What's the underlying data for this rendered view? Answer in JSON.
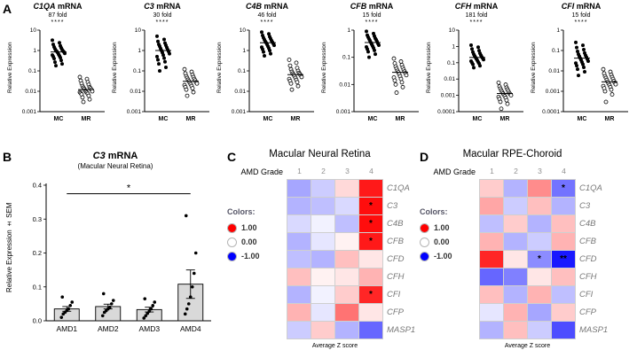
{
  "panel_labels": {
    "a": "A",
    "b": "B",
    "c": "C",
    "d": "D"
  },
  "chart_data": [
    {
      "type": "scatter",
      "panel": "A",
      "gene": "C1QA",
      "title_suffix": " mRNA",
      "fold_label": "87 fold",
      "significance": "****",
      "ylabel": "Relative Expression",
      "y_scale": "log",
      "y_ticks": [
        "10",
        "1",
        "0.1",
        "0.01",
        "0.001"
      ],
      "categories": [
        "MC",
        "MR"
      ],
      "series": [
        {
          "name": "MC",
          "marker": "filled",
          "values": [
            3.2,
            2.4,
            2.0,
            1.7,
            1.5,
            1.35,
            1.2,
            1.1,
            1.0,
            0.95,
            0.9,
            0.85,
            0.8,
            0.72,
            0.65,
            0.6,
            0.55,
            0.5,
            0.45,
            0.4,
            0.33,
            0.27,
            0.22,
            0.18
          ]
        },
        {
          "name": "MR",
          "marker": "open",
          "values": [
            0.05,
            0.04,
            0.033,
            0.028,
            0.024,
            0.021,
            0.018,
            0.016,
            0.015,
            0.014,
            0.013,
            0.012,
            0.011,
            0.01,
            0.0095,
            0.009,
            0.0085,
            0.008,
            0.0075,
            0.007,
            0.006,
            0.005,
            0.004,
            0.003
          ]
        }
      ]
    },
    {
      "type": "scatter",
      "panel": "A",
      "gene": "C3",
      "title_suffix": " mRNA",
      "fold_label": "30 fold",
      "significance": "****",
      "ylabel": "Relative Expression",
      "y_scale": "log",
      "y_ticks": [
        "10",
        "1",
        "0.1",
        "0.01",
        "0.001"
      ],
      "categories": [
        "MC",
        "MR"
      ],
      "series": [
        {
          "name": "MC",
          "marker": "filled",
          "values": [
            5.0,
            3.5,
            2.8,
            2.3,
            2.0,
            1.8,
            1.6,
            1.4,
            1.25,
            1.1,
            1.0,
            0.9,
            0.8,
            0.7,
            0.6,
            0.5,
            0.42,
            0.35,
            0.28,
            0.22,
            0.15,
            0.1
          ]
        },
        {
          "name": "MR",
          "marker": "open",
          "values": [
            0.12,
            0.09,
            0.075,
            0.065,
            0.055,
            0.05,
            0.045,
            0.04,
            0.037,
            0.034,
            0.031,
            0.028,
            0.026,
            0.024,
            0.022,
            0.02,
            0.018,
            0.016,
            0.014,
            0.012,
            0.009,
            0.006
          ]
        }
      ]
    },
    {
      "type": "scatter",
      "panel": "A",
      "gene": "C4B",
      "title_suffix": " mRNA",
      "fold_label": "46 fold",
      "significance": "****",
      "ylabel": "Relative Expression",
      "y_scale": "log",
      "y_ticks": [
        "10",
        "1",
        "0.1",
        "0.01",
        "0.001"
      ],
      "categories": [
        "MC",
        "MR"
      ],
      "series": [
        {
          "name": "MC",
          "marker": "filled",
          "values": [
            8.0,
            6.5,
            5.5,
            4.8,
            4.2,
            3.8,
            3.4,
            3.1,
            2.8,
            2.6,
            2.4,
            2.2,
            2.0,
            1.8,
            1.6,
            1.45,
            1.3,
            1.15,
            1.0,
            0.85,
            0.7,
            0.55
          ]
        },
        {
          "name": "MR",
          "marker": "open",
          "values": [
            0.35,
            0.25,
            0.18,
            0.14,
            0.12,
            0.1,
            0.09,
            0.08,
            0.075,
            0.07,
            0.065,
            0.06,
            0.055,
            0.05,
            0.045,
            0.04,
            0.036,
            0.032,
            0.028,
            0.024,
            0.018,
            0.012
          ]
        }
      ]
    },
    {
      "type": "scatter",
      "panel": "A",
      "gene": "CFB",
      "title_suffix": " mRNA",
      "fold_label": "15 fold",
      "significance": "****",
      "ylabel": "Relative Expression",
      "y_scale": "log",
      "y_ticks": [
        "1",
        "0.1",
        "0.01",
        "0.001"
      ],
      "categories": [
        "MC",
        "MR"
      ],
      "series": [
        {
          "name": "MC",
          "marker": "filled",
          "values": [
            0.9,
            0.75,
            0.65,
            0.6,
            0.55,
            0.5,
            0.47,
            0.44,
            0.41,
            0.38,
            0.35,
            0.32,
            0.3,
            0.28,
            0.26,
            0.24,
            0.22,
            0.2,
            0.18,
            0.16,
            0.13,
            0.1
          ]
        },
        {
          "name": "MR",
          "marker": "open",
          "values": [
            0.09,
            0.07,
            0.06,
            0.052,
            0.046,
            0.042,
            0.038,
            0.035,
            0.032,
            0.03,
            0.028,
            0.026,
            0.024,
            0.022,
            0.02,
            0.018,
            0.016,
            0.014,
            0.012,
            0.01,
            0.008,
            0.005
          ]
        }
      ]
    },
    {
      "type": "scatter",
      "panel": "A",
      "gene": "CFH",
      "title_suffix": " mRNA",
      "fold_label": "181 fold",
      "significance": "****",
      "ylabel": "Relative Expression",
      "y_scale": "log",
      "y_ticks": [
        "10",
        "1",
        "0.1",
        "0.01",
        "0.001",
        "0.0001"
      ],
      "categories": [
        "MC",
        "MR"
      ],
      "series": [
        {
          "name": "MC",
          "marker": "filled",
          "values": [
            1.2,
            0.9,
            0.7,
            0.55,
            0.45,
            0.38,
            0.33,
            0.29,
            0.26,
            0.23,
            0.21,
            0.19,
            0.17,
            0.155,
            0.14,
            0.125,
            0.11,
            0.1,
            0.09,
            0.08,
            0.065,
            0.05
          ]
        },
        {
          "name": "MR",
          "marker": "open",
          "values": [
            0.006,
            0.0045,
            0.0035,
            0.003,
            0.0026,
            0.0023,
            0.002,
            0.0018,
            0.0016,
            0.0014,
            0.0013,
            0.0012,
            0.0011,
            0.001,
            0.0009,
            0.0008,
            0.0007,
            0.0006,
            0.0005,
            0.0004,
            0.0003,
            0.00015
          ]
        }
      ]
    },
    {
      "type": "scatter",
      "panel": "A",
      "gene": "CFI",
      "title_suffix": " mRNA",
      "fold_label": "15 fold",
      "significance": "****",
      "ylabel": "Relative Expression",
      "y_scale": "log",
      "y_ticks": [
        "1",
        "0.1",
        "0.01",
        "0.001",
        "0.0001"
      ],
      "categories": [
        "MC",
        "MR"
      ],
      "series": [
        {
          "name": "MC",
          "marker": "filled",
          "values": [
            0.25,
            0.18,
            0.14,
            0.11,
            0.09,
            0.075,
            0.065,
            0.058,
            0.052,
            0.047,
            0.042,
            0.038,
            0.034,
            0.03,
            0.027,
            0.024,
            0.021,
            0.018,
            0.015,
            0.012,
            0.009,
            0.006
          ]
        },
        {
          "name": "MR",
          "marker": "open",
          "values": [
            0.012,
            0.009,
            0.0075,
            0.0065,
            0.0055,
            0.005,
            0.0045,
            0.004,
            0.0036,
            0.0032,
            0.0029,
            0.0026,
            0.0024,
            0.0022,
            0.002,
            0.0018,
            0.0016,
            0.0014,
            0.0012,
            0.001,
            0.0007,
            0.0003
          ]
        }
      ]
    },
    {
      "type": "bar",
      "panel": "B",
      "gene": "C3",
      "title_suffix": " mRNA",
      "subtitle": "(Macular Neural Retina)",
      "ylabel": "Relative Expression ± SEM",
      "ylim": [
        0,
        0.4
      ],
      "y_ticks": [
        "0.0",
        "0.1",
        "0.2",
        "0.3",
        "0.4"
      ],
      "categories": [
        "AMD1",
        "AMD2",
        "AMD3",
        "AMD4"
      ],
      "means": [
        0.035,
        0.042,
        0.033,
        0.108
      ],
      "sem": [
        0.007,
        0.007,
        0.007,
        0.042
      ],
      "points": [
        [
          0.01,
          0.02,
          0.025,
          0.03,
          0.035,
          0.045,
          0.055,
          0.07
        ],
        [
          0.015,
          0.025,
          0.03,
          0.035,
          0.04,
          0.05,
          0.06,
          0.08
        ],
        [
          0.008,
          0.015,
          0.022,
          0.028,
          0.035,
          0.045,
          0.055,
          0.065
        ],
        [
          0.02,
          0.035,
          0.05,
          0.07,
          0.1,
          0.14,
          0.2,
          0.31
        ]
      ],
      "bar_color": "#d9d9d9",
      "significance": {
        "label": "*",
        "from": 0,
        "to": 3,
        "y": 0.375
      }
    },
    {
      "type": "heatmap",
      "panel": "C",
      "title": "Macular Neural Retina",
      "col_header_label": "AMD Grade",
      "columns": [
        "1",
        "2",
        "3",
        "4"
      ],
      "rows": [
        "C1QA",
        "C3",
        "C4B",
        "CFB",
        "CFD",
        "CFH",
        "CFI",
        "CFP",
        "MASP1"
      ],
      "z": [
        [
          -0.35,
          -0.2,
          0.15,
          0.9
        ],
        [
          -0.3,
          -0.25,
          -0.15,
          0.95
        ],
        [
          -0.15,
          -0.05,
          -0.25,
          0.95
        ],
        [
          -0.3,
          -0.1,
          0.05,
          0.9
        ],
        [
          -0.25,
          -0.3,
          0.25,
          0.1
        ],
        [
          0.25,
          0.05,
          0.1,
          0.3
        ],
        [
          -0.3,
          -0.05,
          0.2,
          0.85
        ],
        [
          0.3,
          -0.1,
          0.55,
          0.1
        ],
        [
          -0.2,
          0.2,
          -0.3,
          -0.6
        ]
      ],
      "significance": [
        [
          "",
          "",
          "",
          ""
        ],
        [
          "",
          "",
          "",
          "*"
        ],
        [
          "",
          "",
          "",
          "*"
        ],
        [
          "",
          "",
          "",
          "*"
        ],
        [
          "",
          "",
          "",
          ""
        ],
        [
          "",
          "",
          "",
          ""
        ],
        [
          "",
          "",
          "",
          "*"
        ],
        [
          "",
          "",
          "",
          ""
        ],
        [
          "",
          "",
          "",
          ""
        ]
      ],
      "legend_label": "Colors:",
      "legend": [
        {
          "value": "1.00",
          "color": "#ff0000"
        },
        {
          "value": "0.00",
          "color": "#ffffff"
        },
        {
          "value": "-1.00",
          "color": "#0000ff"
        }
      ],
      "caption": "Average Z score",
      "colormap": "blue-white-red",
      "zlim": [
        -1,
        1
      ]
    },
    {
      "type": "heatmap",
      "panel": "D",
      "title": "Macular RPE-Choroid",
      "col_header_label": "AMD Grade",
      "columns": [
        "1",
        "2",
        "3",
        "4"
      ],
      "rows": [
        "C1QA",
        "C3",
        "C4B",
        "CFB",
        "CFD",
        "CFH",
        "CFI",
        "CFP",
        "MASP1"
      ],
      "z": [
        [
          0.2,
          -0.3,
          0.45,
          -0.55
        ],
        [
          0.35,
          -0.2,
          0.25,
          -0.3
        ],
        [
          -0.25,
          0.2,
          -0.3,
          0.25
        ],
        [
          0.3,
          -0.3,
          -0.2,
          0.3
        ],
        [
          0.85,
          0.1,
          -0.45,
          -0.9
        ],
        [
          -0.6,
          -0.5,
          0.1,
          0.25
        ],
        [
          0.25,
          -0.3,
          0.3,
          -0.25
        ],
        [
          -0.1,
          0.3,
          -0.35,
          0.2
        ],
        [
          -0.3,
          0.25,
          -0.2,
          -0.7
        ]
      ],
      "significance": [
        [
          "",
          "",
          "",
          "*"
        ],
        [
          "",
          "",
          "",
          ""
        ],
        [
          "",
          "",
          "",
          ""
        ],
        [
          "",
          "",
          "",
          ""
        ],
        [
          "",
          "",
          "*",
          "**"
        ],
        [
          "",
          "",
          "",
          ""
        ],
        [
          "",
          "",
          "",
          ""
        ],
        [
          "",
          "",
          "",
          ""
        ],
        [
          "",
          "",
          "",
          ""
        ]
      ],
      "legend_label": "Colors:",
      "legend": [
        {
          "value": "1.00",
          "color": "#ff0000"
        },
        {
          "value": "0.00",
          "color": "#ffffff"
        },
        {
          "value": "-1.00",
          "color": "#0000ff"
        }
      ],
      "caption": "Average Z score",
      "colormap": "blue-white-red",
      "zlim": [
        -1,
        1
      ]
    }
  ]
}
